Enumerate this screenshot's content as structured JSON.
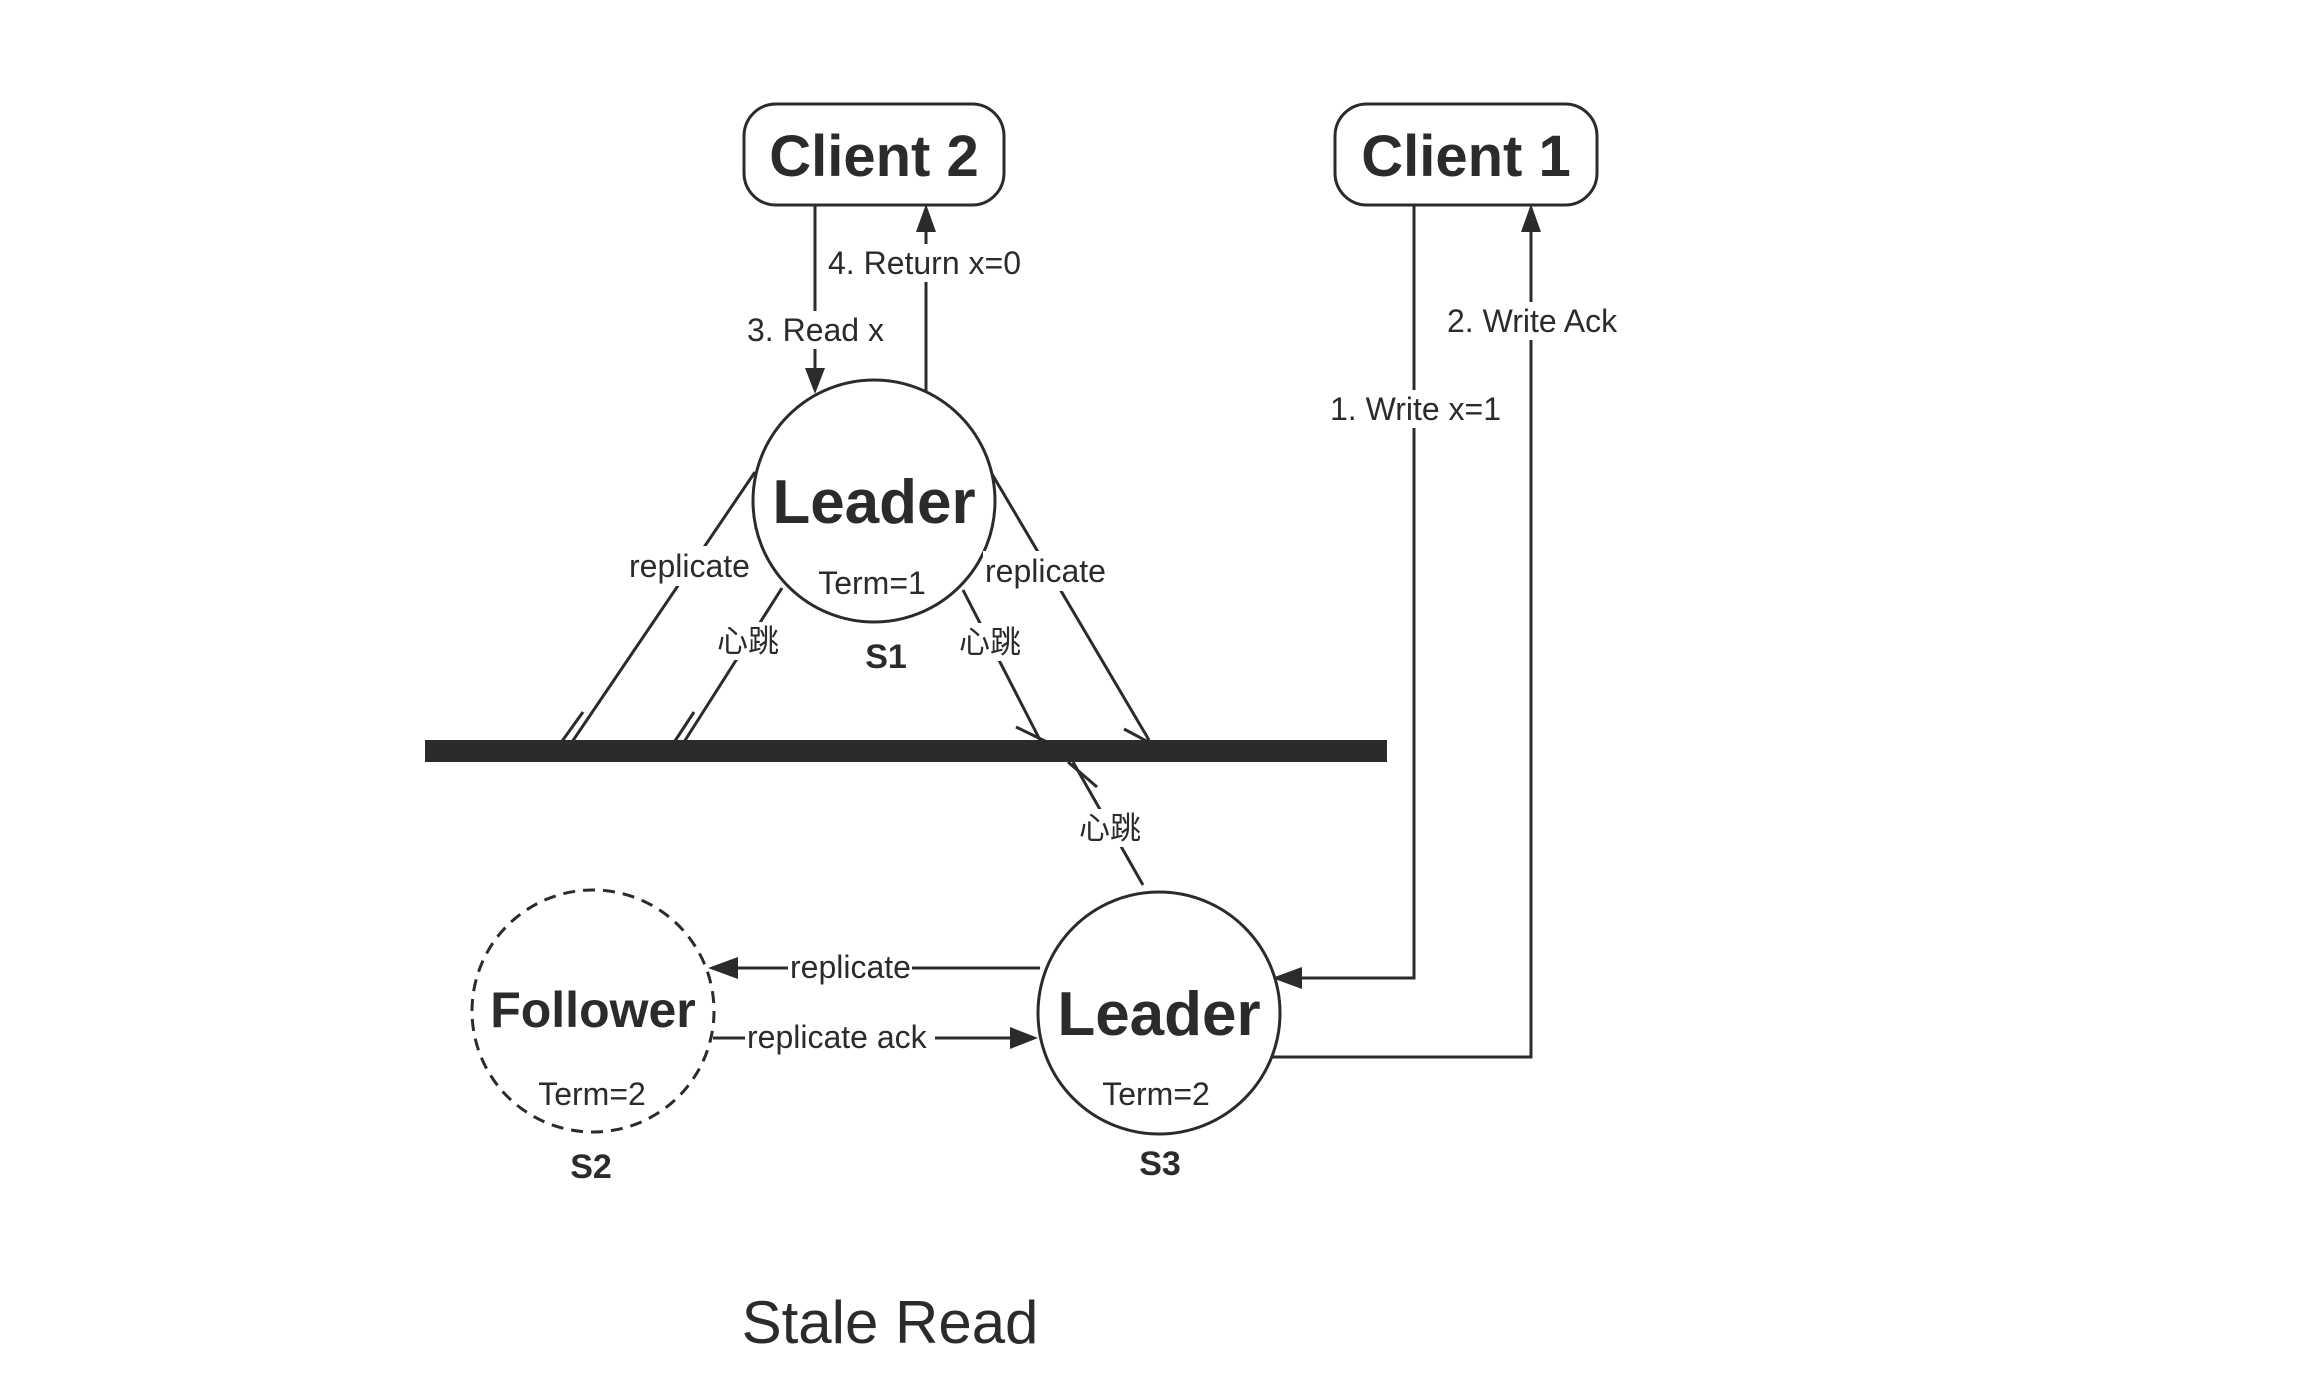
{
  "clients": {
    "client2": {
      "label": "Client 2"
    },
    "client1": {
      "label": "Client 1"
    }
  },
  "servers": {
    "s1": {
      "role": "Leader",
      "term": "Term=1",
      "name": "S1"
    },
    "s2": {
      "role": "Follower",
      "term": "Term=2",
      "name": "S2"
    },
    "s3": {
      "role": "Leader",
      "term": "Term=2",
      "name": "S3"
    }
  },
  "edges": {
    "read_x": "3. Read x",
    "return_x": "4. Return x=0",
    "write_x": "1. Write x=1",
    "write_ack": "2. Write Ack",
    "s1_replicate_left": "replicate",
    "s1_replicate_right": "replicate",
    "s1_heartbeat_left": "心跳",
    "s1_heartbeat_right": "心跳",
    "s3_heartbeat": "心跳",
    "s3_to_s2_replicate": "replicate",
    "s2_to_s3_replicate_ack": "replicate ack"
  },
  "caption": "Stale Read",
  "colors": {
    "ink": "#2b2b2b",
    "background": "#ffffff"
  }
}
